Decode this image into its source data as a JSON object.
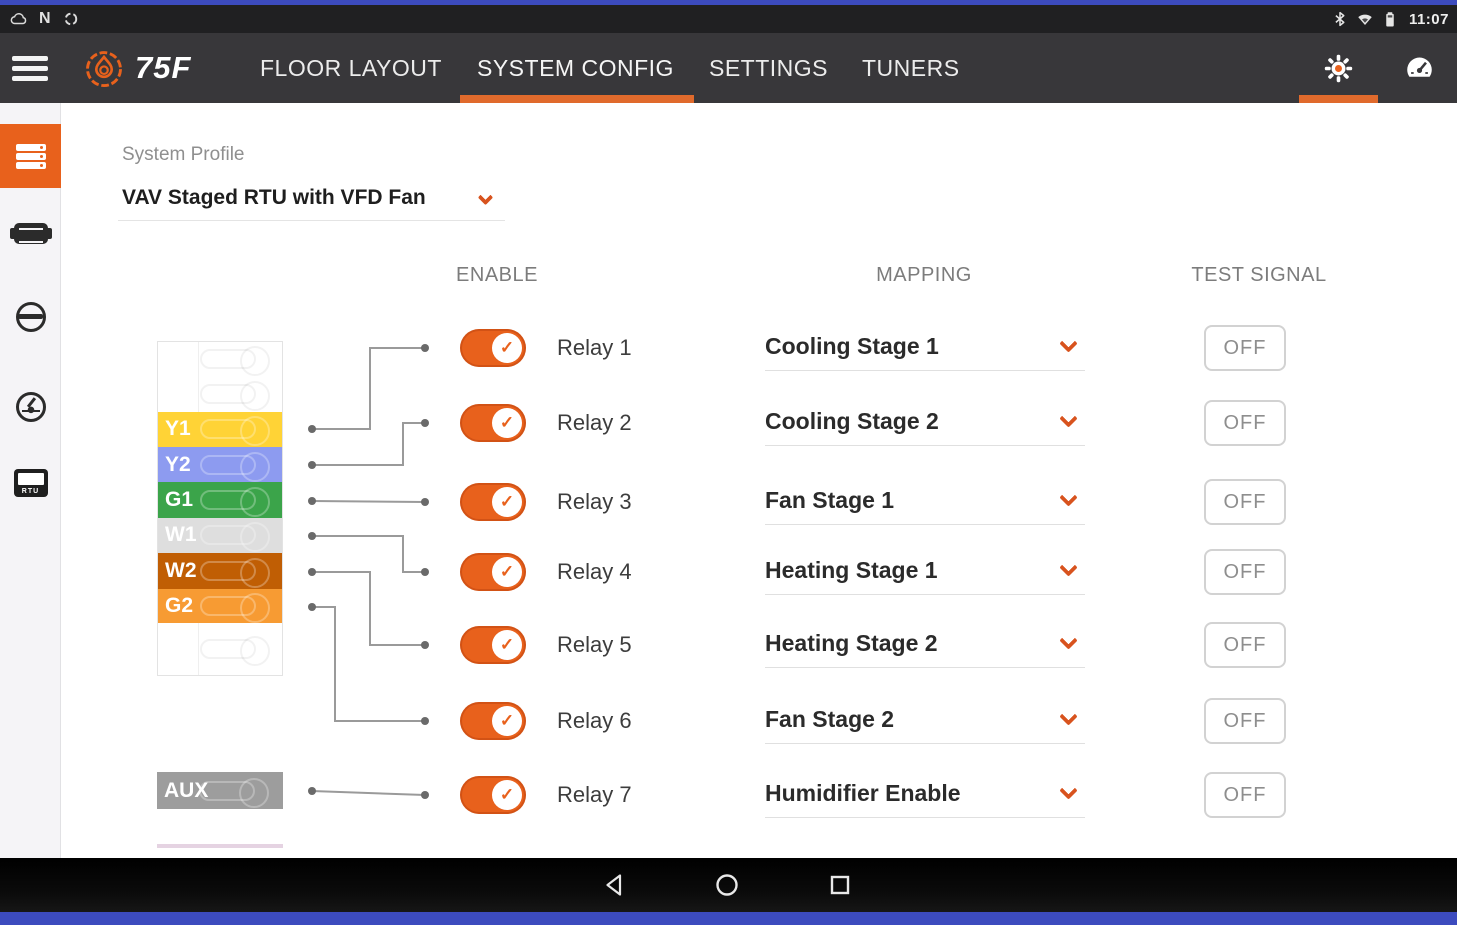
{
  "status_bar": {
    "time": "11:07",
    "left_icons": [
      "cloud-notification-icon",
      "n-notification-icon",
      "sync-notification-icon"
    ],
    "right_icons": [
      "bluetooth-icon",
      "wifi-icon",
      "battery-icon"
    ]
  },
  "app_bar": {
    "brand": "75F",
    "tabs": [
      {
        "label": "FLOOR LAYOUT",
        "active": false
      },
      {
        "label": "SYSTEM CONFIG",
        "active": true
      },
      {
        "label": "SETTINGS",
        "active": false
      },
      {
        "label": "TUNERS",
        "active": false
      }
    ],
    "right_icons": [
      "settings-gear-icon",
      "dashboard-gauge-icon"
    ]
  },
  "sidebar": {
    "items": [
      {
        "name": "system-profile",
        "icon": "server-stack-icon",
        "active": true,
        "badge": ""
      },
      {
        "name": "controller",
        "icon": "controller-icon",
        "active": false,
        "badge": ""
      },
      {
        "name": "damper",
        "icon": "circle-slash-icon",
        "active": false,
        "badge": ""
      },
      {
        "name": "dial",
        "icon": "dial-icon",
        "active": false,
        "badge": ""
      },
      {
        "name": "rtu",
        "icon": "rtu-icon",
        "active": false,
        "badge": "RTU"
      }
    ]
  },
  "main": {
    "system_profile": {
      "label": "System Profile",
      "value": "VAV Staged RTU with VFD Fan"
    },
    "column_headers": {
      "enable": "ENABLE",
      "mapping": "MAPPING",
      "test_signal": "TEST SIGNAL"
    },
    "relays": [
      {
        "label": "Relay 1",
        "enabled": true,
        "mapping": "Cooling Stage 1",
        "test_signal": "OFF"
      },
      {
        "label": "Relay 2",
        "enabled": true,
        "mapping": "Cooling Stage 2",
        "test_signal": "OFF"
      },
      {
        "label": "Relay 3",
        "enabled": true,
        "mapping": "Fan Stage 1",
        "test_signal": "OFF"
      },
      {
        "label": "Relay 4",
        "enabled": true,
        "mapping": "Heating Stage 1",
        "test_signal": "OFF"
      },
      {
        "label": "Relay 5",
        "enabled": true,
        "mapping": "Heating Stage 2",
        "test_signal": "OFF"
      },
      {
        "label": "Relay 6",
        "enabled": true,
        "mapping": "Fan Stage 2",
        "test_signal": "OFF"
      },
      {
        "label": "Relay 7",
        "enabled": true,
        "mapping": "Humidifier Enable",
        "test_signal": "OFF"
      }
    ],
    "terminals": [
      {
        "label": "Y1",
        "color": "#FFD336"
      },
      {
        "label": "Y2",
        "color": "#8D9BF0"
      },
      {
        "label": "G1",
        "color": "#3BA44A"
      },
      {
        "label": "W1",
        "color": "#DEDEDE"
      },
      {
        "label": "W2",
        "color": "#C05E04"
      },
      {
        "label": "G2",
        "color": "#F79B33"
      }
    ],
    "aux_terminal": {
      "label": "AUX",
      "color": "#9D9D9D"
    },
    "wiring": [
      {
        "from": "Y1",
        "to": "Relay 1"
      },
      {
        "from": "Y2",
        "to": "Relay 2"
      },
      {
        "from": "G1",
        "to": "Relay 3"
      },
      {
        "from": "W1",
        "to": "Relay 4"
      },
      {
        "from": "W2",
        "to": "Relay 5"
      },
      {
        "from": "G2",
        "to": "Relay 6"
      },
      {
        "from": "AUX",
        "to": "Relay 7"
      }
    ]
  },
  "nav_bar": {
    "icons": [
      "back-icon",
      "home-icon",
      "recents-icon"
    ]
  },
  "colors": {
    "accent_orange": "#E8611C",
    "chevron_orange": "#D8531E",
    "tab_underline": "#E06A2C",
    "app_bar_bg": "#38373A",
    "edge_strip_blue": "#3C4BBE",
    "wire_gray": "#9A9A9A"
  }
}
